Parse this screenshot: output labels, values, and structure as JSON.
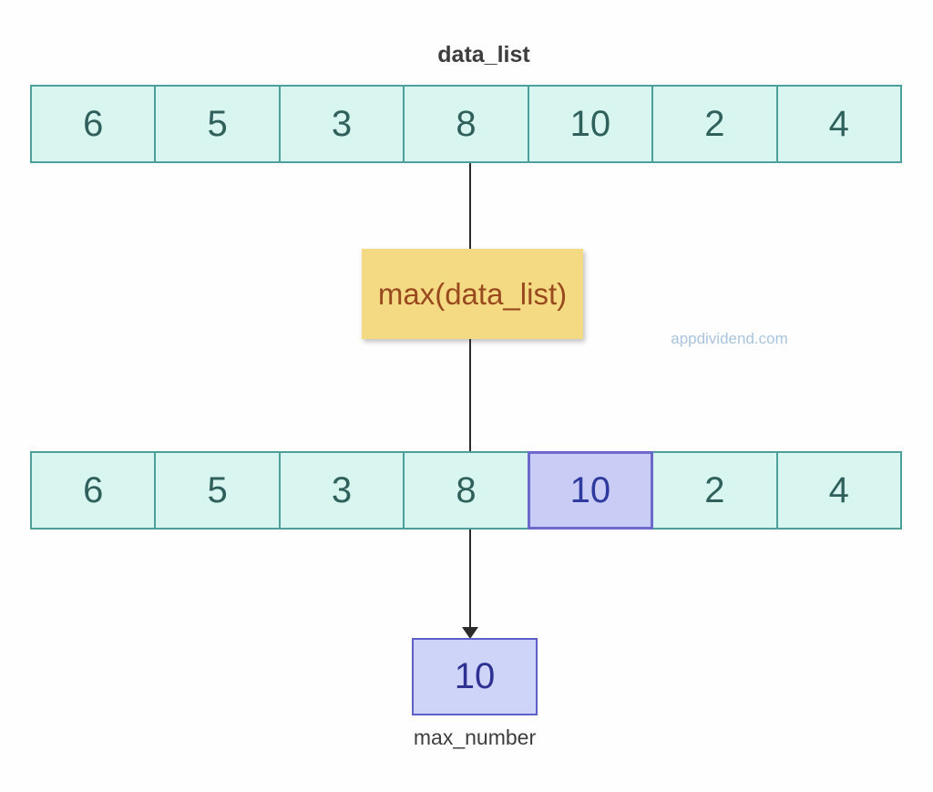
{
  "top_array": {
    "title": "data_list",
    "values": [
      "6",
      "5",
      "3",
      "8",
      "10",
      "2",
      "4"
    ]
  },
  "function_box": {
    "label": "max(data_list)"
  },
  "watermark": {
    "text": "appdividend.com"
  },
  "result_array": {
    "values": [
      "6",
      "5",
      "3",
      "8",
      "10",
      "2",
      "4"
    ],
    "highlight_index": 4
  },
  "result_box": {
    "value": "10",
    "label": "max_number"
  },
  "colors": {
    "cell_bg": "#d8f6ef",
    "cell_border": "#4ba199",
    "cell_text": "#30605c",
    "highlight_bg": "#c9ccf4",
    "highlight_border": "#6d68cc",
    "highlight_text": "#2f3a9e",
    "function_bg": "#f4db83",
    "function_text": "#99491e",
    "result_bg": "#cdd4f8",
    "result_border": "#5c60c8",
    "result_text": "#2e3192",
    "connector": "#2b2b2b",
    "label_text": "#3d3d3d",
    "watermark_text": "#a9c4de"
  }
}
